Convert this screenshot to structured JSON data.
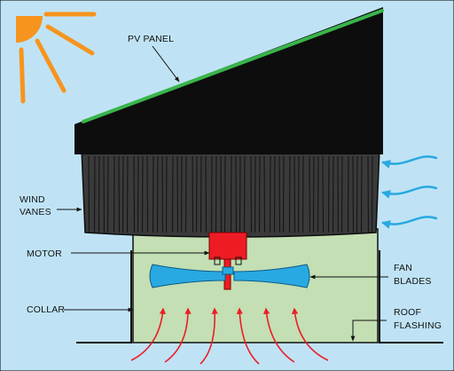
{
  "labels": {
    "pv_panel": "PV PANEL",
    "wind_vanes_1": "WIND",
    "wind_vanes_2": "VANES",
    "motor": "MOTOR",
    "fan_blades_1": "FAN",
    "fan_blades_2": "BLADES",
    "collar": "COLLAR",
    "roof_flashing_1": "ROOF",
    "roof_flashing_2": "FLASHING"
  },
  "colors": {
    "sky": "#bfe3f5",
    "sun": "#f7941d",
    "panel_edge": "#39b54a",
    "housing": "#0d0d0d",
    "vanes": "#3a3a3a",
    "collar": "#c3dfb3",
    "motor": "#ed1c24",
    "fan": "#29a9e1",
    "wind": "#29a9e1",
    "airflow": "#ed1c24"
  }
}
